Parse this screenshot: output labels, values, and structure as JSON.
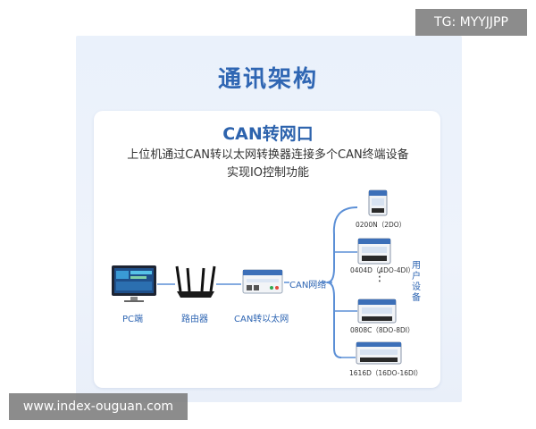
{
  "watermarks": {
    "top": "TG: MYYJJPP",
    "bottom": "www.index-ouguan.com"
  },
  "title": "通讯架构",
  "card": {
    "title": "CAN转网口",
    "desc_line1": "上位机通过CAN转以太网转换器连接多个CAN终端设备",
    "desc_line2": "实现IO控制功能"
  },
  "nodes": {
    "pc": "PC端",
    "router": "路由器",
    "converter": "CAN转以太网",
    "network": "CAN网络"
  },
  "devices": [
    {
      "label": "0200N（2DO）"
    },
    {
      "label": "0404D（4DO-4DI）"
    },
    {
      "label": "0808C（8DO-8DI）"
    },
    {
      "label": "1616D（16DO-16DI）"
    }
  ],
  "side_label": "用户设备",
  "ellipsis": "⋮",
  "colors": {
    "accent": "#2f66b3",
    "line": "#5b8fd6",
    "panel_bg": "#eaf1fb"
  }
}
